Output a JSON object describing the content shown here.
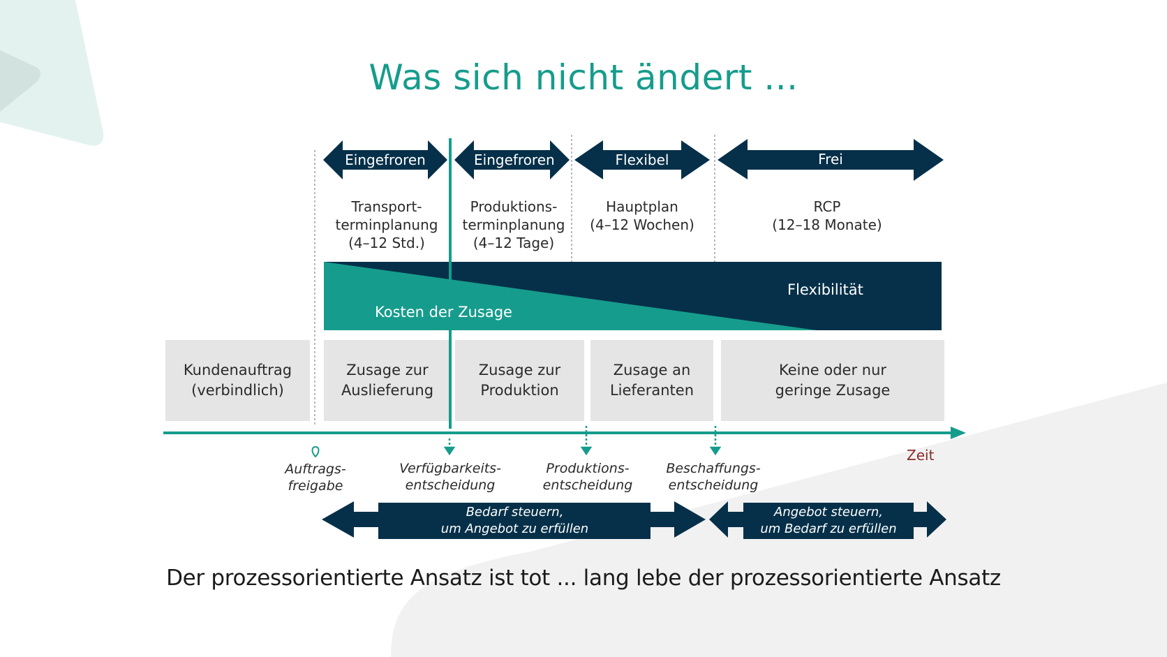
{
  "title": "Was sich nicht ändert ...",
  "colors": {
    "navy": "#063049",
    "teal": "#169c8c",
    "box_gray": "#e5e5e5",
    "time_label": "#8b2a2a"
  },
  "phases": [
    {
      "label": "Eingefroren",
      "horizon": [
        "Transport-",
        "terminplanung",
        "(4–12 Std.)"
      ]
    },
    {
      "label": "Eingefroren",
      "horizon": [
        "Produktions-",
        "terminplanung",
        "(4–12 Tage)"
      ]
    },
    {
      "label": "Flexibel",
      "horizon": [
        "Hauptplan",
        "(4–12 Wochen)"
      ]
    },
    {
      "label": "Frei",
      "horizon": [
        "RCP",
        "(12–18 Monate)"
      ]
    }
  ],
  "band": {
    "cost_label": "Kosten der Zusage",
    "flex_label": "Flexibilität"
  },
  "commitments": [
    [
      "Kundenauftrag",
      "(verbindlich)"
    ],
    [
      "Zusage zur",
      "Auslieferung"
    ],
    [
      "Zusage zur",
      "Produktion"
    ],
    [
      "Zusage an",
      "Lieferanten"
    ],
    [
      "Keine oder nur",
      "geringe Zusage"
    ]
  ],
  "time_axis_label": "Zeit",
  "decisions": [
    [
      "Auftrags-",
      "freigabe"
    ],
    [
      "Verfügbarkeits-",
      "entscheidung"
    ],
    [
      "Produktions-",
      "entscheidung"
    ],
    [
      "Beschaffungs-",
      "entscheidung"
    ]
  ],
  "steering": [
    [
      "Bedarf steuern,",
      "um Angebot zu erfüllen"
    ],
    [
      "Angebot steuern,",
      "um Bedarf zu erfüllen"
    ]
  ],
  "tagline": "Der prozessorientierte Ansatz ist tot ... lang lebe der prozessorientierte Ansatz"
}
